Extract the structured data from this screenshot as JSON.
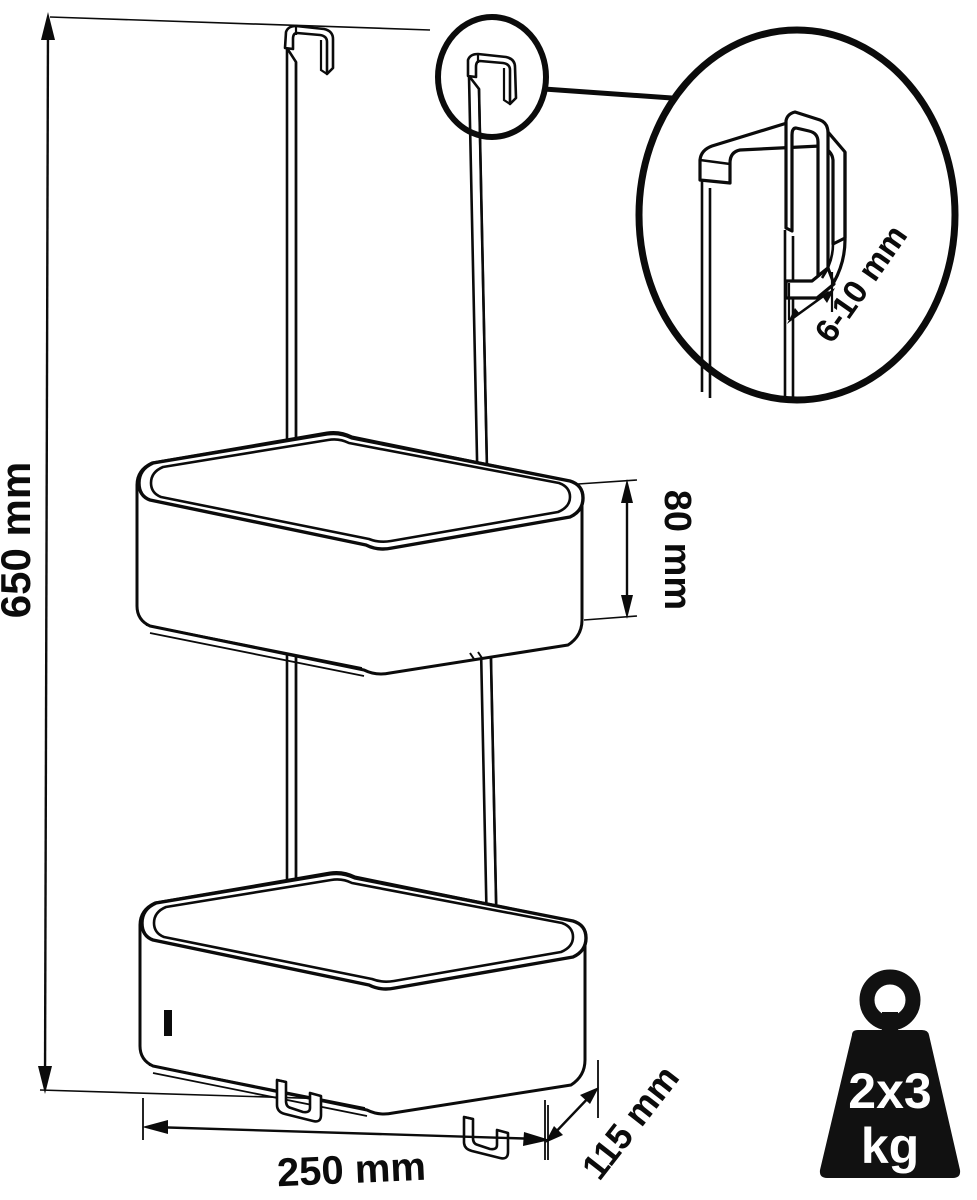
{
  "drawing": {
    "title": "Over-the-door shower caddy technical dimension drawing",
    "background_color": "#ffffff",
    "line_color": "#0b0b0b",
    "fill_color": "#ffffff"
  },
  "dimensions": {
    "height": {
      "label": "650 mm",
      "orientation": "vertical",
      "position": "left"
    },
    "basket_height": {
      "label": "80 mm",
      "orientation": "vertical",
      "position": "right-of-upper-basket"
    },
    "width": {
      "label": "250 mm",
      "orientation": "horizontal",
      "position": "bottom"
    },
    "depth": {
      "label": "115 mm",
      "orientation": "diagonal",
      "position": "bottom-right"
    },
    "door_thickness": {
      "label": "6-10 mm",
      "orientation": "diagonal",
      "position": "detail-callout"
    }
  },
  "weight_badge": {
    "line1": "2x3",
    "line2": "kg",
    "icon_name": "weight-icon",
    "fill": "#111111",
    "text_color": "#ffffff"
  },
  "callout": {
    "detail_label": "hook-detail-circle",
    "source_label": "hook-highlight-circle"
  },
  "parts": {
    "upper_basket": "upper-basket",
    "lower_basket": "lower-basket",
    "left_rail": "left-vertical-rail",
    "right_rail": "right-vertical-rail",
    "hook_left": "door-hook-left",
    "hook_right": "door-hook-right",
    "bottom_hook_left": "bottom-hook-left",
    "bottom_hook_right": "bottom-hook-right",
    "brand_mark": "brand-logo-mark"
  }
}
